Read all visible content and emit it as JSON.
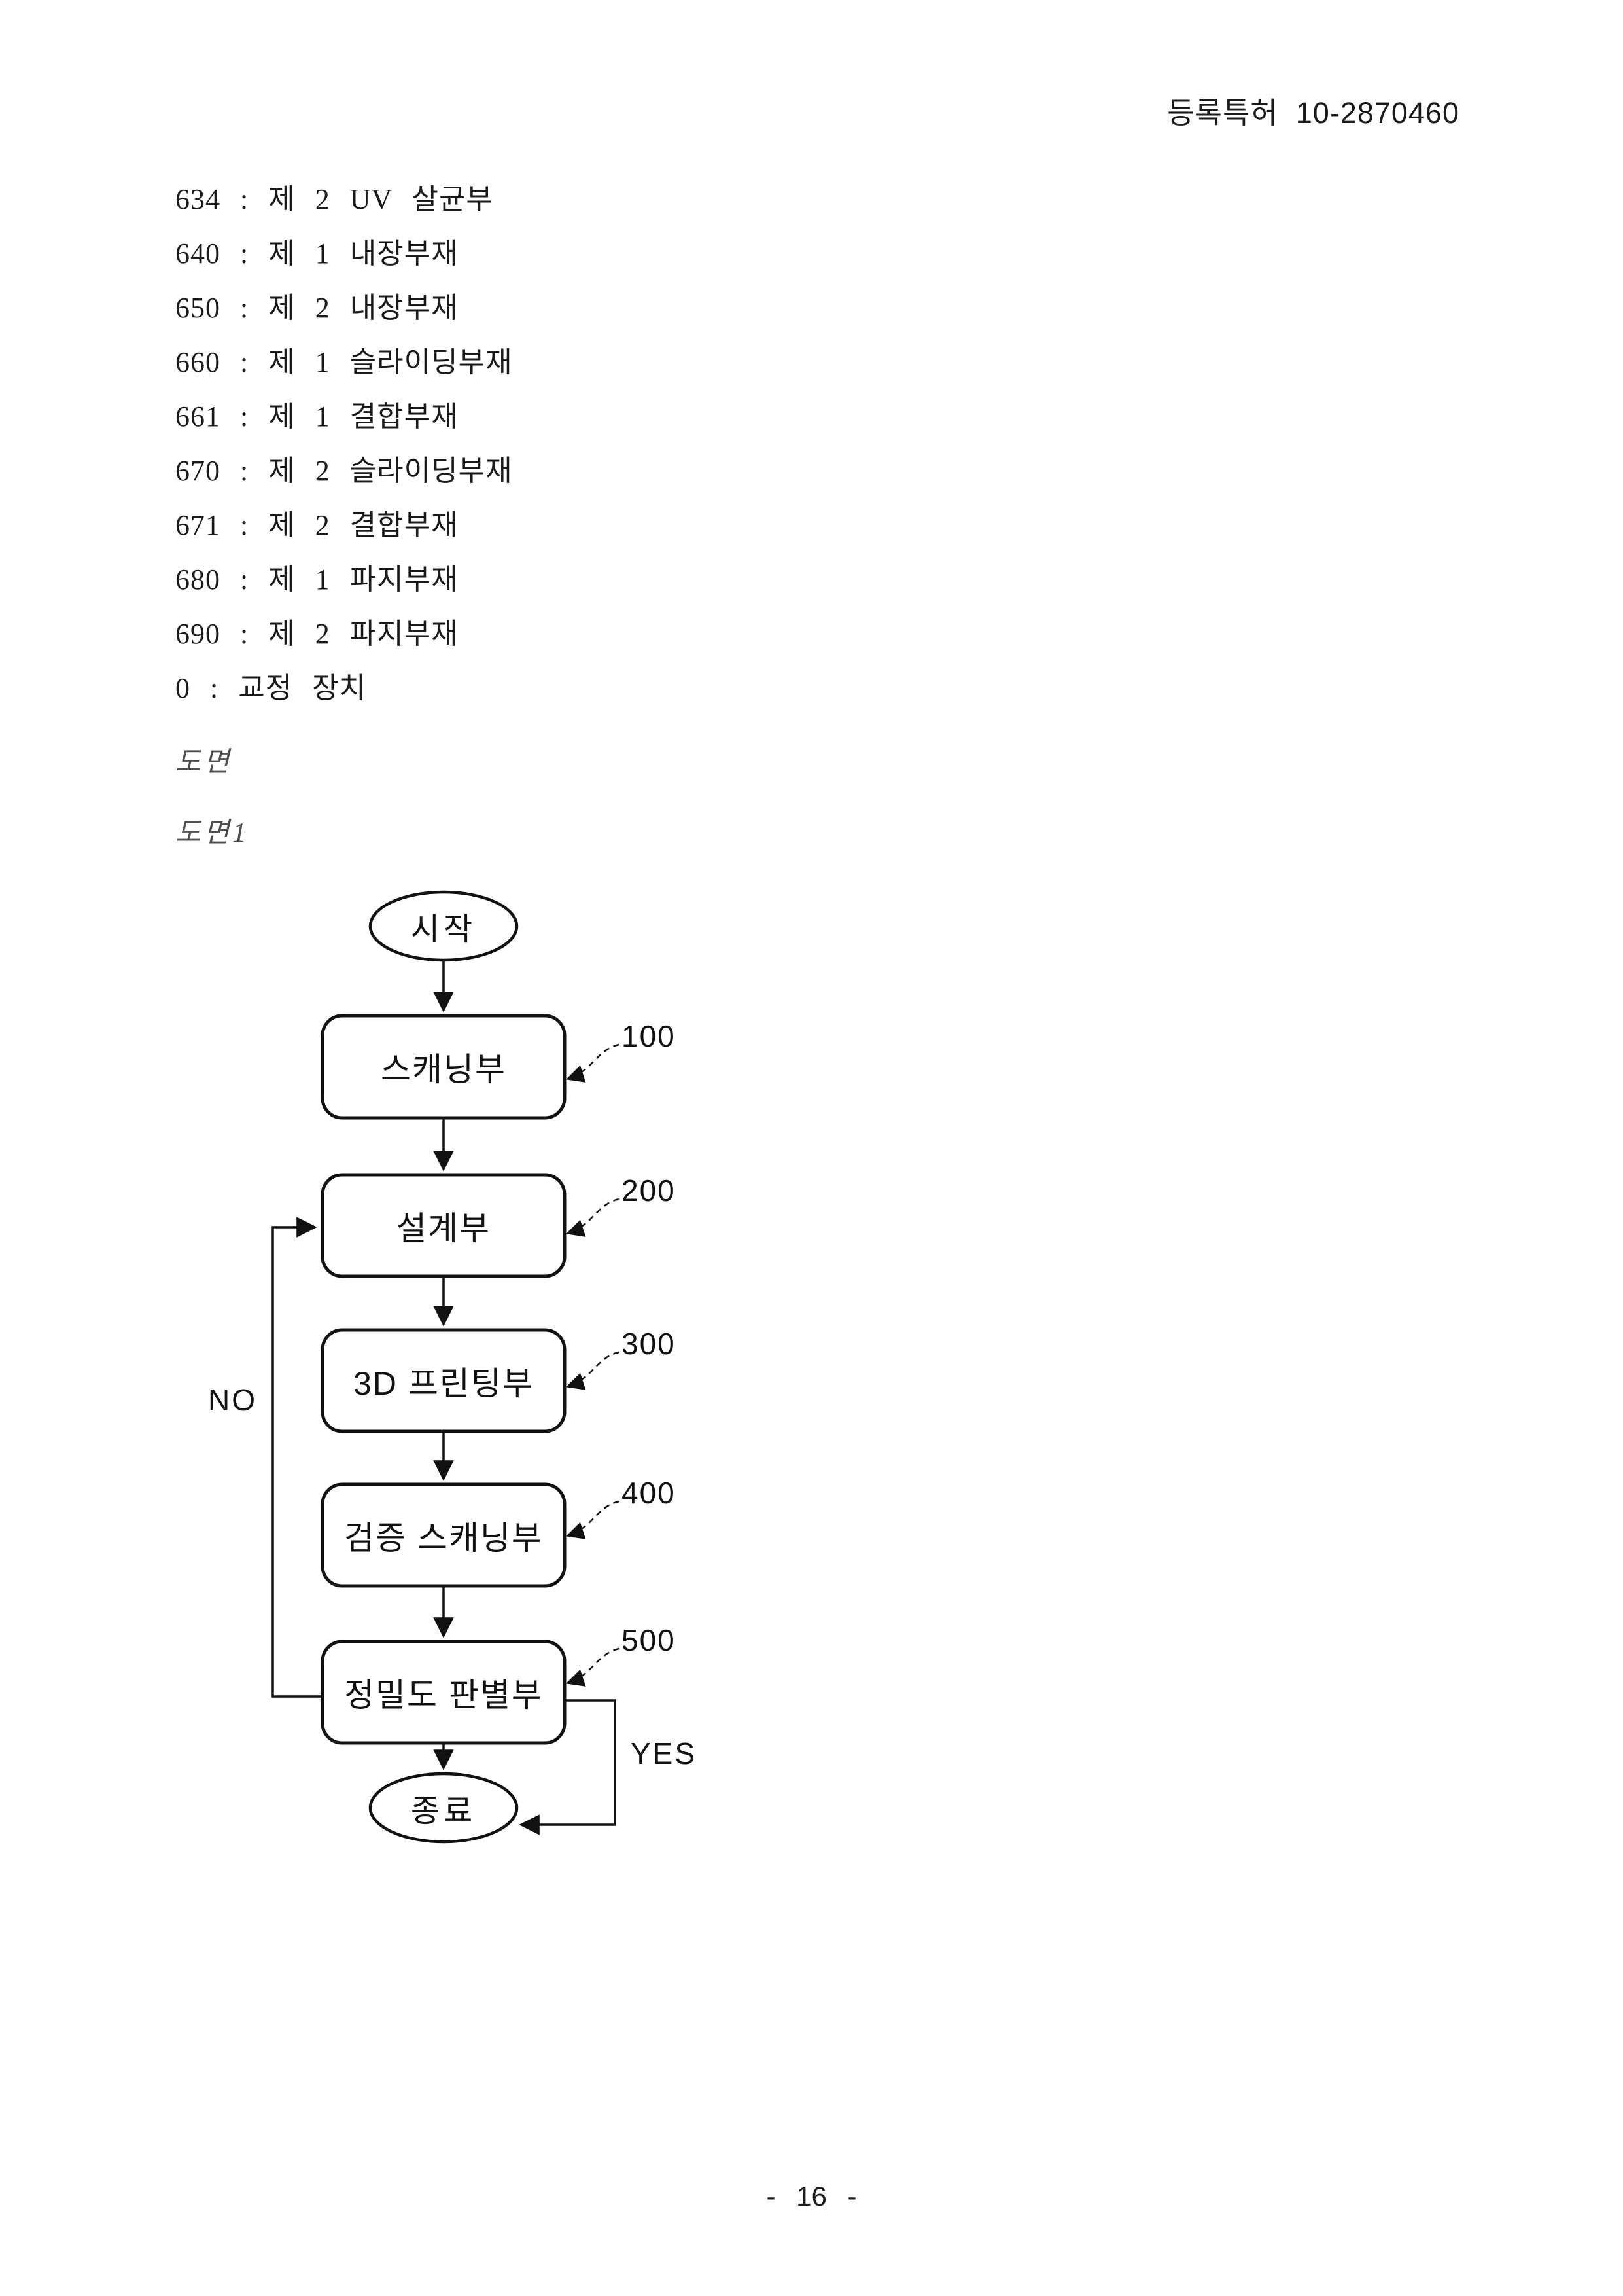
{
  "header": {
    "patent_label": "등록특허  10-2870460"
  },
  "reference_list": {
    "items": [
      "634 : 제 2 UV 살균부",
      "640 : 제 1 내장부재",
      "650 : 제 2 내장부재",
      "660 : 제 1 슬라이딩부재",
      "661 : 제 1 결합부재",
      "670 : 제 2 슬라이딩부재",
      "671 : 제 2 결합부재",
      "680 : 제 1 파지부재",
      "690 : 제 2 파지부재",
      "0 : 교정 장치"
    ]
  },
  "figures": {
    "section_heading": "도면",
    "figure_heading": "도면1"
  },
  "flowchart": {
    "start_label": "시작",
    "end_label": "종료",
    "nodes": [
      {
        "label": "스캐닝부",
        "ref": "100"
      },
      {
        "label": "설계부",
        "ref": "200"
      },
      {
        "label": "3D 프린팅부",
        "ref": "300"
      },
      {
        "label": "검증 스캐닝부",
        "ref": "400"
      },
      {
        "label": "정밀도 판별부",
        "ref": "500"
      }
    ],
    "no_label": "NO",
    "yes_label": "YES",
    "ink_color": "#111111"
  },
  "footer": {
    "page_number": "- 16 -"
  }
}
